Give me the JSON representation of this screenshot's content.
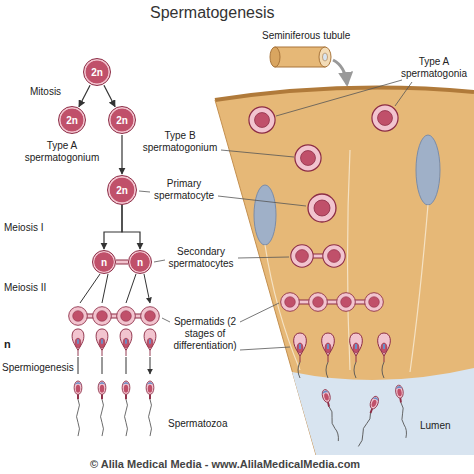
{
  "diagram": {
    "title": "Spermatogenesis",
    "nodes": [
      {
        "text": [
          "2n"
        ]
      },
      {
        "text": [
          "2n"
        ]
      },
      {
        "text": [
          "2n"
        ]
      },
      {
        "text": [
          "2n"
        ]
      },
      {
        "text": [
          "n"
        ]
      },
      {
        "text": [
          "n"
        ]
      }
    ],
    "edges": [
      {
        "from": 0,
        "to": 1,
        "arrow": "to"
      },
      {
        "from": 0,
        "to": 2,
        "arrow": "to"
      },
      {
        "from": 2,
        "to": 3,
        "arrow": "to"
      },
      {
        "from": 3,
        "to": 4,
        "arrow": "to"
      },
      {
        "from": 3,
        "to": 5,
        "arrow": "to"
      }
    ],
    "labels": [
      "Mitosis",
      "Type A spermatogonium",
      "Meiosis I",
      "Meiosis II",
      "n",
      "Spermiogenesis",
      "Spermatozoa",
      "Seminiferous tubule",
      "Type A spermatogonia",
      "Type B spermatogonium",
      "Primary spermatocyte",
      "Secondary spermatocytes",
      "Spermatids (2 stages of differentiation)",
      "Lumen",
      "© Alila Medical Media - www.AlilaMedicalMedia.com"
    ]
  }
}
